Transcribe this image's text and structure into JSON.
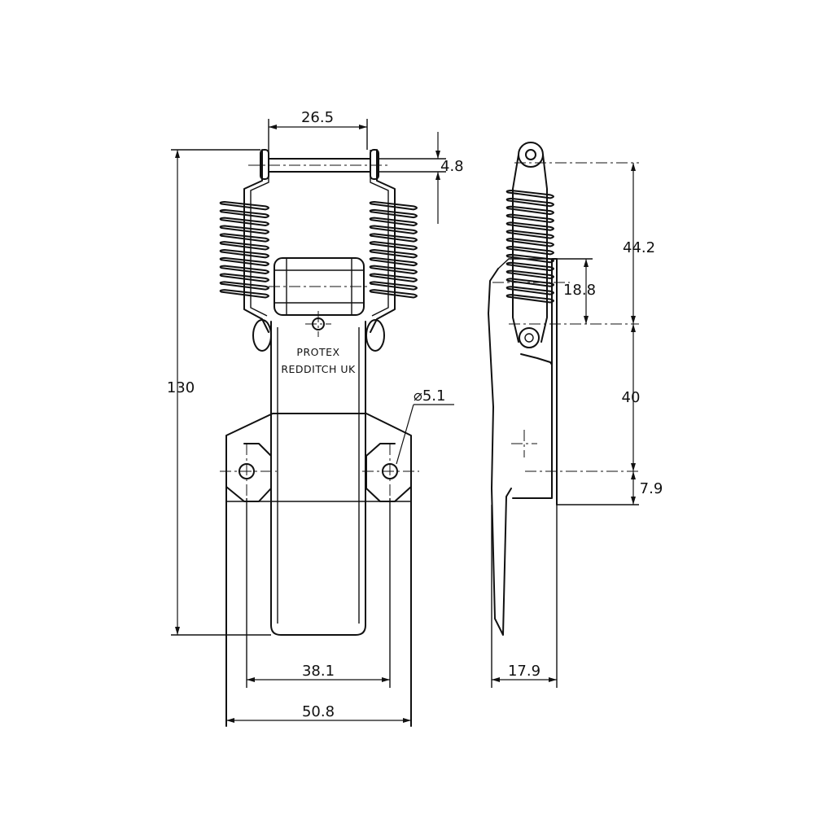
{
  "front_view": {
    "marking_line1": "PROTEX",
    "marking_line2": "REDDITCH UK"
  },
  "dimensions": {
    "pin_span": "26.5",
    "pin_diameter": "4.8",
    "overall_height": "130",
    "hole_diameter": "⌀5.1",
    "hole_spacing": "38.1",
    "overall_width": "50.8",
    "top_to_pivot": "44.2",
    "spring_length": "18.8",
    "pivot_to_holes": "40",
    "holes_to_base": "7.9",
    "side_depth": "17.9"
  }
}
